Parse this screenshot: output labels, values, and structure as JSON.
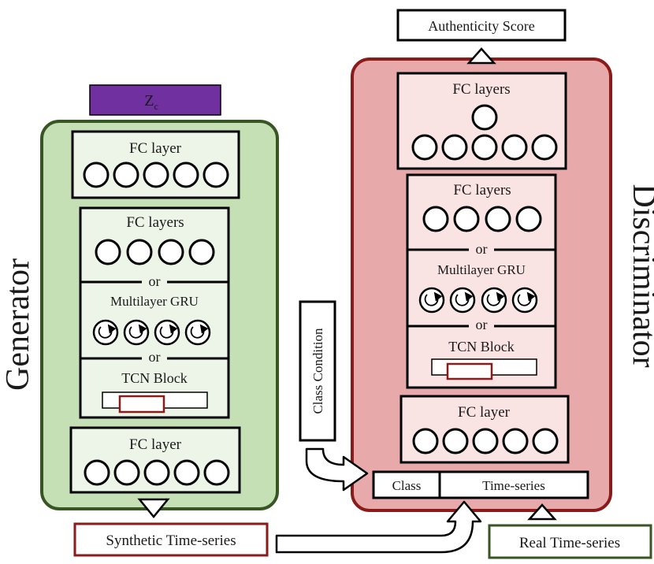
{
  "zc": {
    "base": "Z",
    "sub": "c"
  },
  "generator": {
    "title": "Generator",
    "fc_top": "FC layer",
    "fc_layers": "FC layers",
    "or1": "or",
    "gru": "Multilayer GRU",
    "or2": "or",
    "tcn": "TCN Block",
    "fc_bottom": "FC layer"
  },
  "discriminator": {
    "title": "Discriminator",
    "fc_top": "FC layers",
    "fc_layers": "FC layers",
    "or1": "or",
    "gru": "Multilayer GRU",
    "or2": "or",
    "tcn": "TCN Block",
    "fc_bottom": "FC layer",
    "input_class": "Class",
    "input_series": "Time-series"
  },
  "authenticity_score": "Authenticity Score",
  "class_condition": "Class Condition",
  "synthetic": "Synthetic Time-series",
  "real": "Real Time-series",
  "colors": {
    "gen_fill": "#c4e0b4",
    "gen_stroke": "#375623",
    "gen_inner": "#edf5e8",
    "disc_fill": "#e8a9ab",
    "disc_stroke": "#8b1a1a",
    "disc_inner": "#f9e3e3",
    "zc_fill": "#7030a0",
    "gen_title": "#a9c79a",
    "disc_title": "#e09a9c",
    "dark_red": "#8b1a1a",
    "dark_green": "#375623"
  }
}
